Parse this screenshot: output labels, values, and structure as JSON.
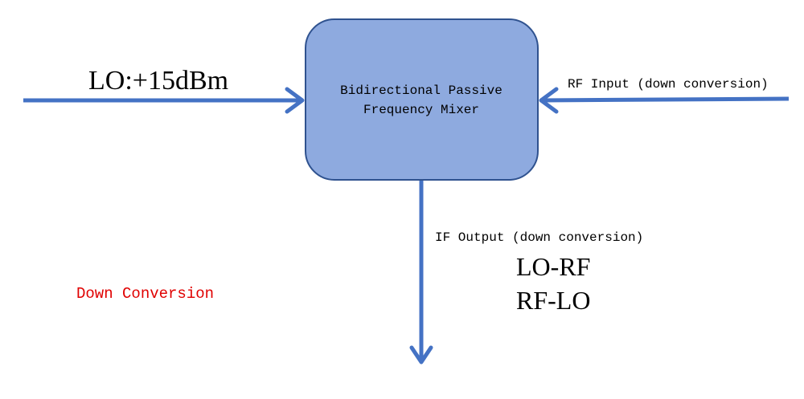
{
  "diagram": {
    "mixer_block": {
      "line1": "Bidirectional Passive",
      "line2": "Frequency Mixer"
    },
    "lo_label": "LO:+15dBm",
    "rf_label": "RF Input (down conversion)",
    "if_label": "IF Output (down conversion)",
    "if_products": [
      "LO-RF",
      "RF-LO"
    ],
    "mode_label": "Down Conversion"
  },
  "colors": {
    "block_fill": "#8eaadf",
    "block_stroke": "#2f528f",
    "arrow": "#4472c4",
    "text": "#000000",
    "mode_text": "#e00000"
  }
}
